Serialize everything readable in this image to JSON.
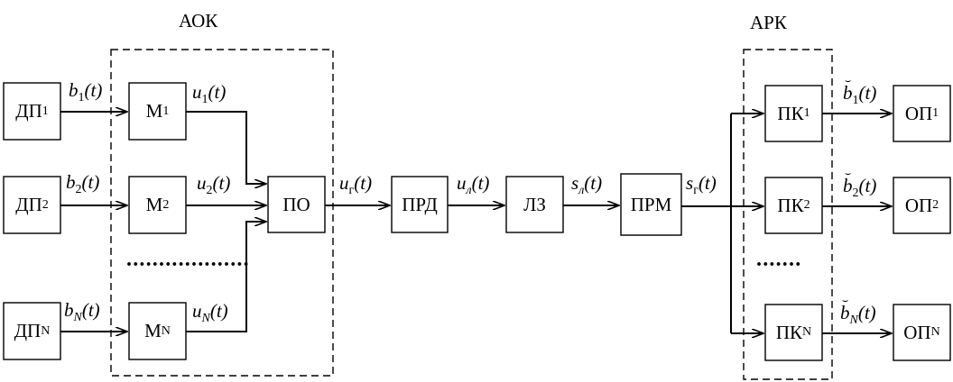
{
  "groups": {
    "aok": "АОК",
    "ark": "АРК"
  },
  "sources": [
    {
      "name": "ДП",
      "sub": "1"
    },
    {
      "name": "ДП",
      "sub": "2"
    },
    {
      "name": "ДП",
      "sub": "N"
    }
  ],
  "modulators": [
    {
      "name": "М",
      "sub": "1"
    },
    {
      "name": "М",
      "sub": "2"
    },
    {
      "name": "М",
      "sub": "N"
    }
  ],
  "chain": {
    "po": "ПО",
    "prd": "ПРД",
    "lz": "ЛЗ",
    "prm": "ПРМ"
  },
  "receivers": [
    {
      "name": "ПК",
      "sub": "1"
    },
    {
      "name": "ПК",
      "sub": "2"
    },
    {
      "name": "ПК",
      "sub": "N"
    }
  ],
  "outputs": [
    {
      "name": "ОП",
      "sub": "1"
    },
    {
      "name": "ОП",
      "sub": "2"
    },
    {
      "name": "ОП",
      "sub": "N"
    }
  ],
  "signals": {
    "b": [
      {
        "base": "b",
        "sub": "1",
        "arg": "(t)"
      },
      {
        "base": "b",
        "sub": "2",
        "arg": "(t)"
      },
      {
        "base": "b",
        "sub": "N",
        "arg": "(t)"
      }
    ],
    "u": [
      {
        "base": "u",
        "sub": "1",
        "arg": "(t)"
      },
      {
        "base": "u",
        "sub": "2",
        "arg": "(t)"
      },
      {
        "base": "u",
        "sub": "N",
        "arg": "(t)"
      }
    ],
    "ug": {
      "base": "u",
      "sub": "г",
      "arg": "(t)"
    },
    "ul": {
      "base": "u",
      "sub": "л",
      "arg": "(t)"
    },
    "sl": {
      "base": "s",
      "sub": "л",
      "arg": "(t)"
    },
    "sg": {
      "base": "s",
      "sub": "г",
      "arg": "(t)"
    },
    "bhat": [
      {
        "base": "b",
        "sub": "1",
        "arg": "(t)"
      },
      {
        "base": "b",
        "sub": "2",
        "arg": "(t)"
      },
      {
        "base": "b",
        "sub": "N",
        "arg": "(t)"
      }
    ]
  },
  "ellipsis": {
    "aok": "...................",
    "ark": "......."
  }
}
